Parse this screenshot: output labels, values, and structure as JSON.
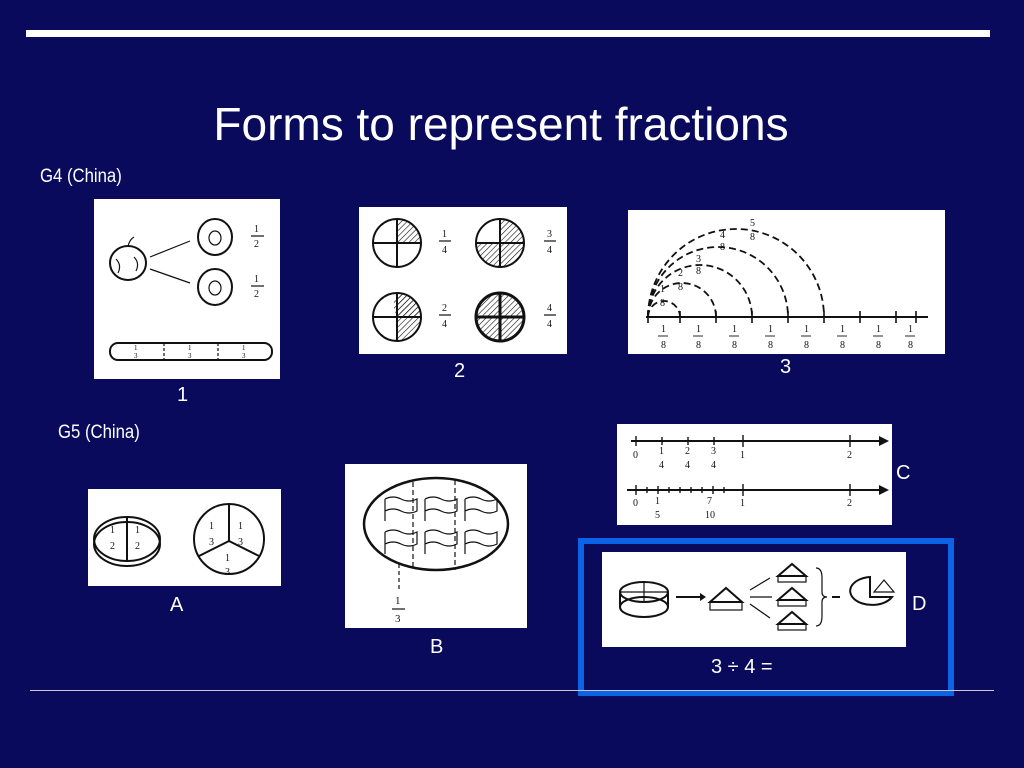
{
  "title": "Forms to represent fractions",
  "sections": {
    "g4": "G4 (China)",
    "g5": "G5 (China)"
  },
  "captions": {
    "p1": "1",
    "p2": "2",
    "p3": "3",
    "pA": "A",
    "pB": "B",
    "pC": "C",
    "pD": "D",
    "equation": "3 ÷ 4 ="
  },
  "colors": {
    "background": "#0a0a5c",
    "highlight": "#0b63e6",
    "text": "#ffffff"
  }
}
